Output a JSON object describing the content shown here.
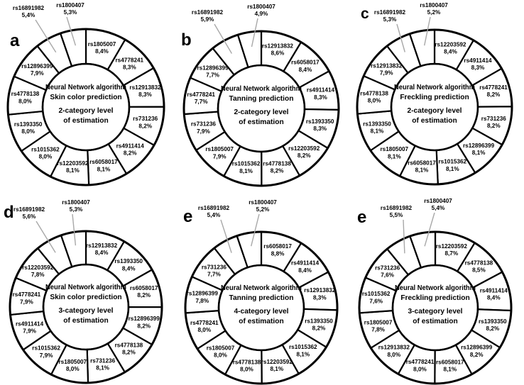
{
  "colors": {
    "background": "#ffffff",
    "ink": "#000000",
    "leader_line": "#a8a8a8"
  },
  "chart_data": [
    {
      "type": "donut",
      "panel_letter": "a",
      "center_text": [
        "Neural Network algorithm",
        "Skin color prediction",
        "2-category level",
        "of estimation"
      ],
      "unit": "%",
      "slices_clockwise_from_top": [
        {
          "label": "rs1805007",
          "pct": "8,4%",
          "value": 8.4
        },
        {
          "label": "rs4778241",
          "pct": "8,3%",
          "value": 8.3
        },
        {
          "label": "rs12913832",
          "pct": "8,3%",
          "value": 8.3
        },
        {
          "label": "rs731236",
          "pct": "8,2%",
          "value": 8.2
        },
        {
          "label": "rs4911414",
          "pct": "8,2%",
          "value": 8.2
        },
        {
          "label": "rs6058017",
          "pct": "8,1%",
          "value": 8.1
        },
        {
          "label": "rs12203592",
          "pct": "8,1%",
          "value": 8.1
        },
        {
          "label": "rs1015362",
          "pct": "8,0%",
          "value": 8.0
        },
        {
          "label": "rs1393350",
          "pct": "8,0%",
          "value": 8.0
        },
        {
          "label": "rs4778138",
          "pct": "8,0%",
          "value": 8.0
        },
        {
          "label": "rs12896399",
          "pct": "7,9%",
          "value": 7.9
        },
        {
          "label": "rs16891982",
          "pct": "5,4%",
          "value": 5.4,
          "callout": "upper-left"
        },
        {
          "label": "rs1800407",
          "pct": "5,3%",
          "value": 5.3,
          "callout": "top"
        }
      ]
    },
    {
      "type": "donut",
      "panel_letter": "b",
      "center_text": [
        "Neural Network algorithm",
        "Tanning prediction",
        "2-category level",
        "of estimation"
      ],
      "unit": "%",
      "slices_clockwise_from_top": [
        {
          "label": "rs12913832",
          "pct": "8,6%",
          "value": 8.6
        },
        {
          "label": "rs6058017",
          "pct": "8,4%",
          "value": 8.4
        },
        {
          "label": "rs4911414",
          "pct": "8,3%",
          "value": 8.3
        },
        {
          "label": "rs1393350",
          "pct": "8,3%",
          "value": 8.3
        },
        {
          "label": "rs12203592",
          "pct": "8,2%",
          "value": 8.2
        },
        {
          "label": "rs4778138",
          "pct": "8,2%",
          "value": 8.2
        },
        {
          "label": "rs1015362",
          "pct": "8,1%",
          "value": 8.1
        },
        {
          "label": "rs1805007",
          "pct": "7,9%",
          "value": 7.9
        },
        {
          "label": "rs731236",
          "pct": "7,9%",
          "value": 7.9
        },
        {
          "label": "rs4778241",
          "pct": "7,7%",
          "value": 7.7
        },
        {
          "label": "rs12896399",
          "pct": "7,7%",
          "value": 7.7
        },
        {
          "label": "rs16891982",
          "pct": "5,9%",
          "value": 5.9,
          "callout": "upper-left"
        },
        {
          "label": "rs1800407",
          "pct": "4,9%",
          "value": 4.9,
          "callout": "top"
        }
      ]
    },
    {
      "type": "donut",
      "panel_letter": "c",
      "center_text": [
        "Neural Network algorithm",
        "Freckling prediction",
        "2-category level",
        "of estimation"
      ],
      "unit": "%",
      "slices_clockwise_from_top": [
        {
          "label": "rs12203592",
          "pct": "8,4%",
          "value": 8.4
        },
        {
          "label": "rs4911414",
          "pct": "8,3%",
          "value": 8.3
        },
        {
          "label": "rs4778241",
          "pct": "8,2%",
          "value": 8.2
        },
        {
          "label": "rs731236",
          "pct": "8,2%",
          "value": 8.2
        },
        {
          "label": "rs12896399",
          "pct": "8,1%",
          "value": 8.1
        },
        {
          "label": "rs1015362",
          "pct": "8,1%",
          "value": 8.1
        },
        {
          "label": "rs6058017",
          "pct": "8,1%",
          "value": 8.1
        },
        {
          "label": "rs1805007",
          "pct": "8,1%",
          "value": 8.1
        },
        {
          "label": "rs1393350",
          "pct": "8,1%",
          "value": 8.1
        },
        {
          "label": "rs4778138",
          "pct": "8,0%",
          "value": 8.0
        },
        {
          "label": "rs12913832",
          "pct": "7,9%",
          "value": 7.9
        },
        {
          "label": "rs16891982",
          "pct": "5,3%",
          "value": 5.3,
          "callout": "upper-left"
        },
        {
          "label": "rs1800407",
          "pct": "5,2%",
          "value": 5.2,
          "callout": "top"
        }
      ]
    },
    {
      "type": "donut",
      "panel_letter": "d",
      "center_text": [
        "Neural Network algorithm",
        "Skin color prediction",
        "3-category level",
        "of estimation"
      ],
      "unit": "%",
      "slices_clockwise_from_top": [
        {
          "label": "rs12913832",
          "pct": "8,4%",
          "value": 8.4
        },
        {
          "label": "rs1393350",
          "pct": "8,4%",
          "value": 8.4
        },
        {
          "label": "rs6058017",
          "pct": "8,2%",
          "value": 8.2
        },
        {
          "label": "rs12896399",
          "pct": "8,2%",
          "value": 8.2
        },
        {
          "label": "rs4778138",
          "pct": "8,2%",
          "value": 8.2
        },
        {
          "label": "rs731236",
          "pct": "8,1%",
          "value": 8.1
        },
        {
          "label": "rs1805007",
          "pct": "8,0%",
          "value": 8.0
        },
        {
          "label": "rs1015362",
          "pct": "7,9%",
          "value": 7.9
        },
        {
          "label": "rs4911414",
          "pct": "7,9%",
          "value": 7.9
        },
        {
          "label": "rs4778241",
          "pct": "7,9%",
          "value": 7.9
        },
        {
          "label": "rs12203592",
          "pct": "7,8%",
          "value": 7.8
        },
        {
          "label": "rs16891982",
          "pct": "5,6%",
          "value": 5.6,
          "callout": "upper-left"
        },
        {
          "label": "rs1800407",
          "pct": "5,3%",
          "value": 5.3,
          "callout": "top"
        }
      ]
    },
    {
      "type": "donut",
      "panel_letter": "e",
      "center_text": [
        "Neural Network algorithm",
        "Tanning prediction",
        "4-category level",
        "of estimation"
      ],
      "unit": "%",
      "slices_clockwise_from_top": [
        {
          "label": "rs6058017",
          "pct": "8,8%",
          "value": 8.8
        },
        {
          "label": "rs4911414",
          "pct": "8,4%",
          "value": 8.4
        },
        {
          "label": "rs12913832",
          "pct": "8,3%",
          "value": 8.3
        },
        {
          "label": "rs1393350",
          "pct": "8,2%",
          "value": 8.2
        },
        {
          "label": "rs1015362",
          "pct": "8,1%",
          "value": 8.1
        },
        {
          "label": "rs12203592",
          "pct": "8,1%",
          "value": 8.1
        },
        {
          "label": "rs4778138",
          "pct": "8,0%",
          "value": 8.0
        },
        {
          "label": "rs1805007",
          "pct": "8,0%",
          "value": 8.0
        },
        {
          "label": "rs4778241",
          "pct": "8,0%",
          "value": 8.0
        },
        {
          "label": "rs12896399",
          "pct": "7,8%",
          "value": 7.8
        },
        {
          "label": "rs731236",
          "pct": "7,7%",
          "value": 7.7
        },
        {
          "label": "rs16891982",
          "pct": "5,4%",
          "value": 5.4,
          "callout": "upper-left"
        },
        {
          "label": "rs1800407",
          "pct": "5,2%",
          "value": 5.2,
          "callout": "top"
        }
      ]
    },
    {
      "type": "donut",
      "panel_letter": "e",
      "center_text": [
        "Neural Network algorithm",
        "Freckling prediction",
        "3-category level",
        "of estimation"
      ],
      "unit": "%",
      "slices_clockwise_from_top": [
        {
          "label": "rs12203592",
          "pct": "8,7%",
          "value": 8.7
        },
        {
          "label": "rs4778138",
          "pct": "8,5%",
          "value": 8.5
        },
        {
          "label": "rs4911414",
          "pct": "8,4%",
          "value": 8.4
        },
        {
          "label": "rs1393350",
          "pct": "8,2%",
          "value": 8.2
        },
        {
          "label": "rs12896399",
          "pct": "8,2%",
          "value": 8.2
        },
        {
          "label": "rs6058017",
          "pct": "8,1%",
          "value": 8.1
        },
        {
          "label": "rs4778241",
          "pct": "8,0%",
          "value": 8.0
        },
        {
          "label": "rs12913832",
          "pct": "8,0%",
          "value": 8.0
        },
        {
          "label": "rs1805007",
          "pct": "7,8%",
          "value": 7.8
        },
        {
          "label": "rs1015362",
          "pct": "7,6%",
          "value": 7.6
        },
        {
          "label": "rs731236",
          "pct": "7,6%",
          "value": 7.6
        },
        {
          "label": "rs16891982",
          "pct": "5,5%",
          "value": 5.5,
          "callout": "upper-left"
        },
        {
          "label": "rs1800407",
          "pct": "5,4%",
          "value": 5.4,
          "callout": "top"
        }
      ]
    }
  ]
}
